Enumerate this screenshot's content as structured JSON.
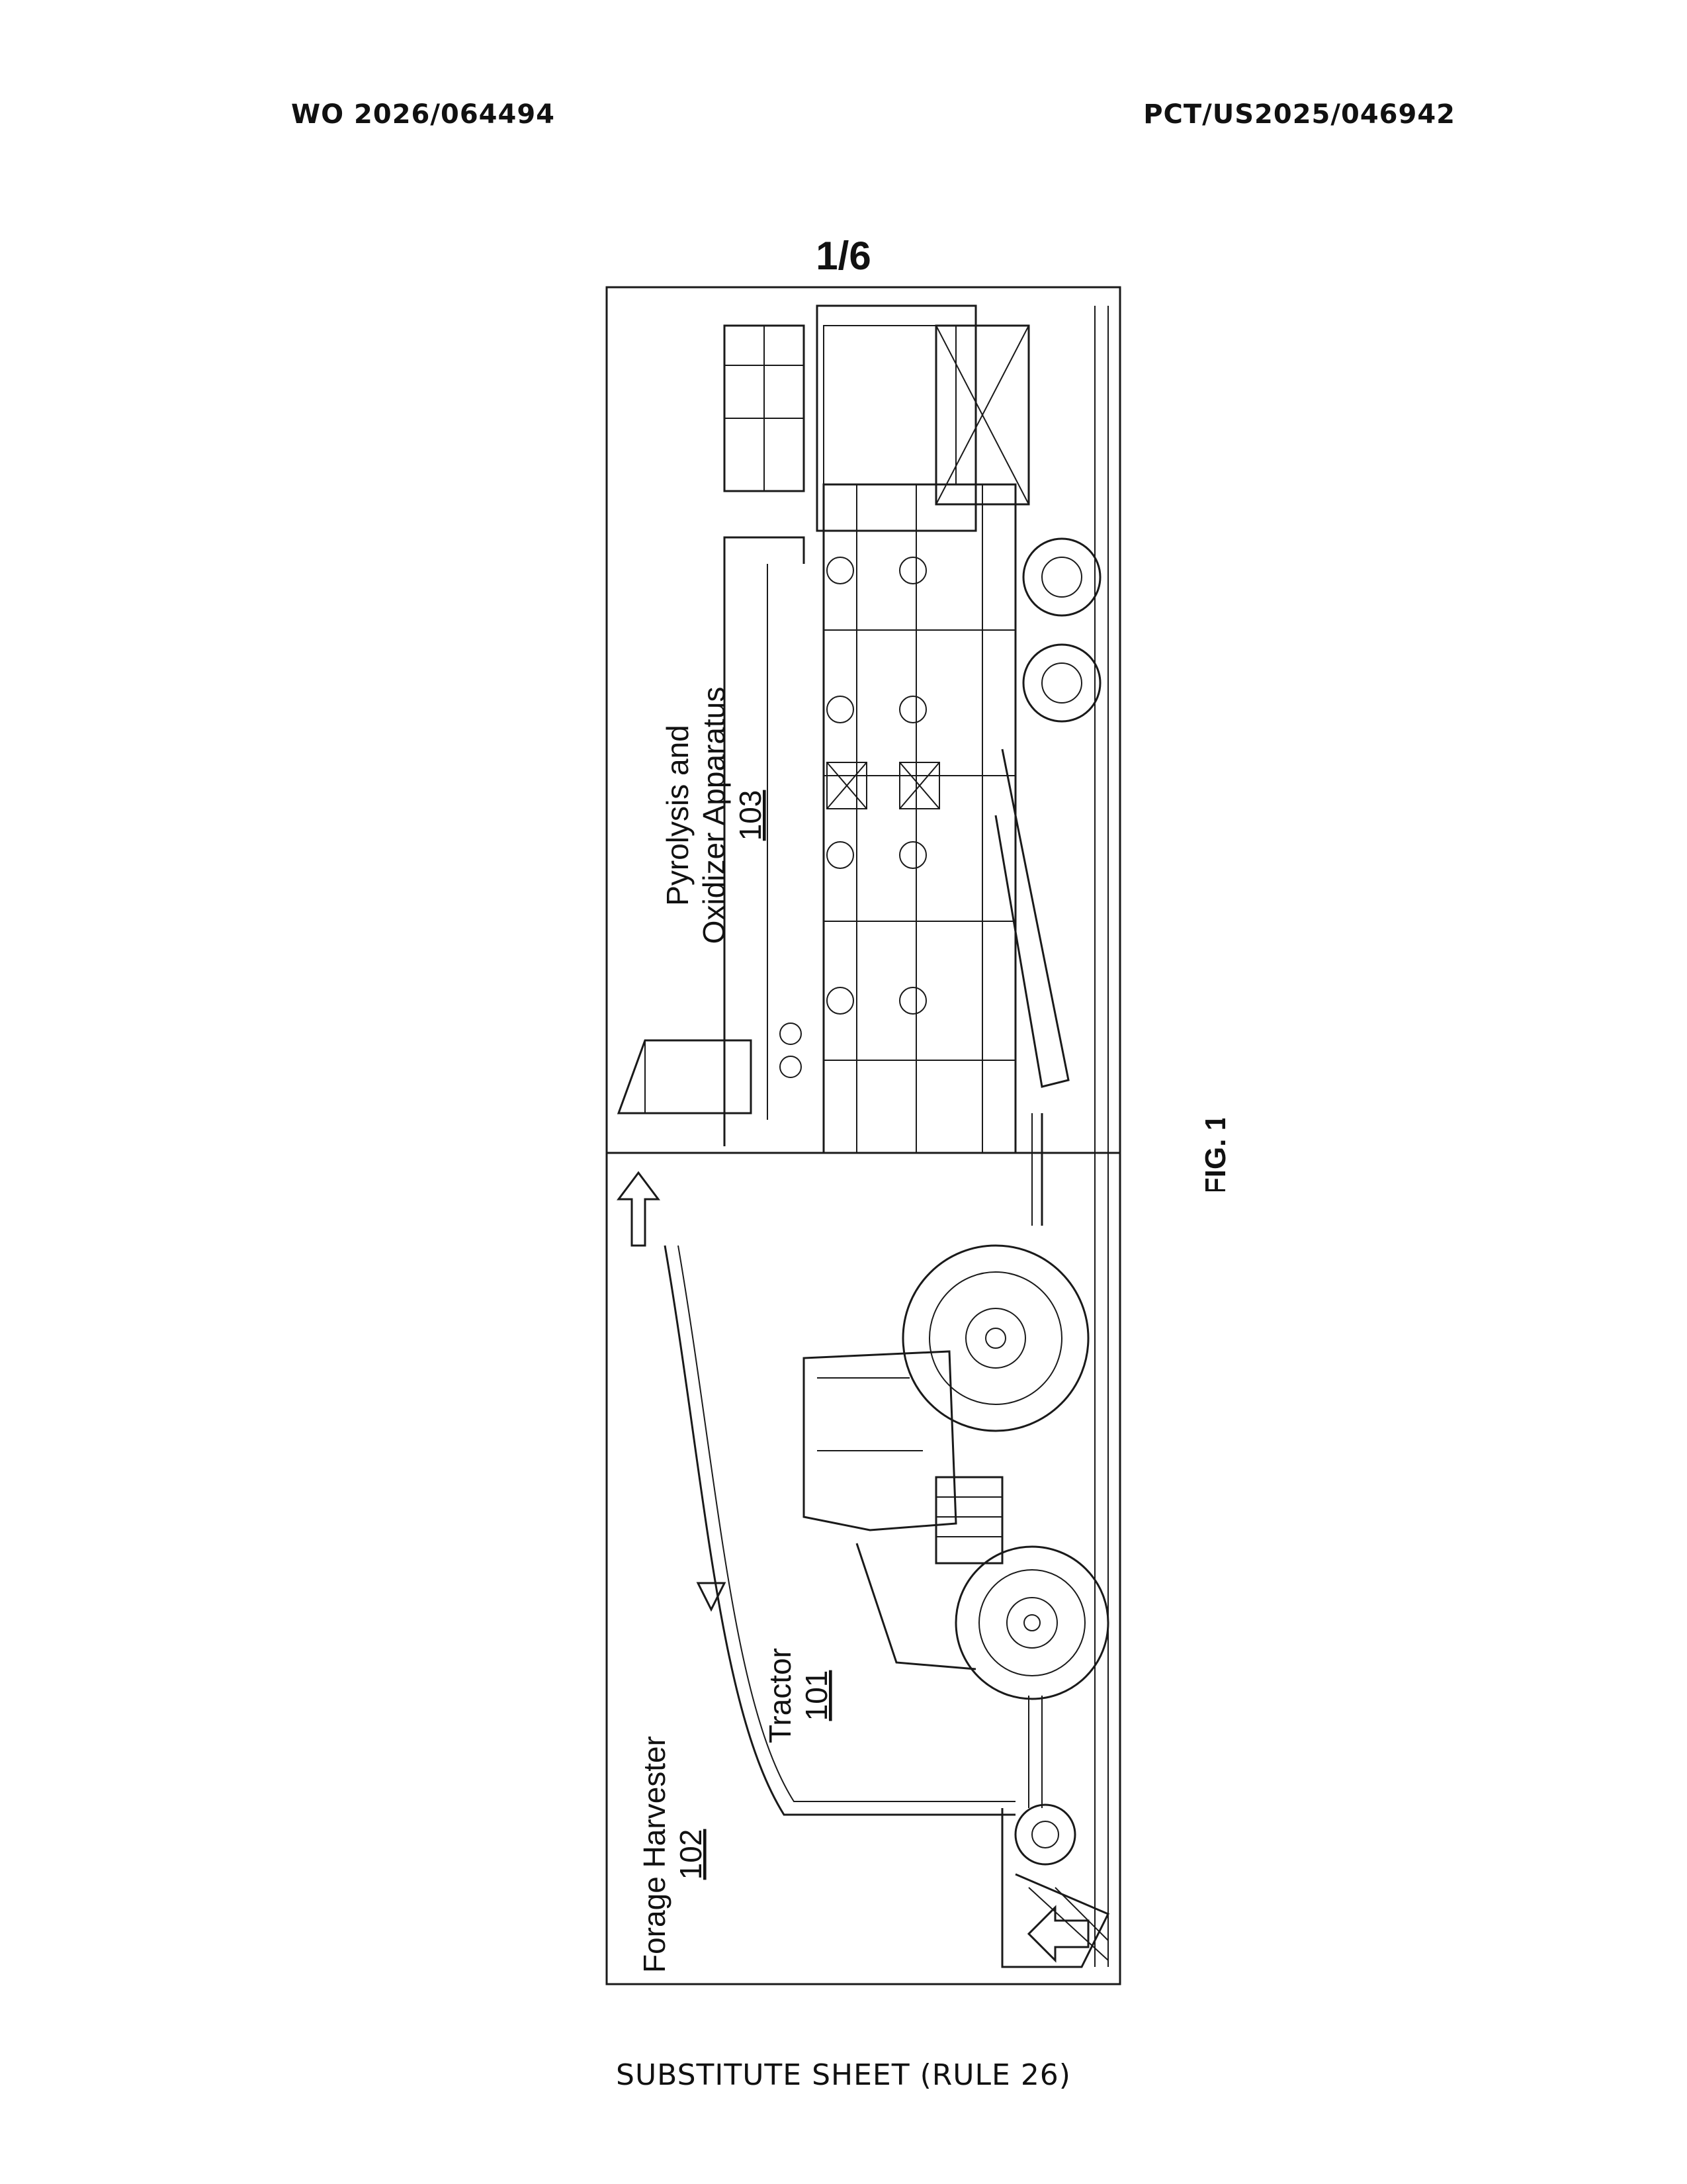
{
  "header": {
    "publication_number": "WO 2026/064494",
    "application_number": "PCT/US2025/046942"
  },
  "sheet": {
    "number": "1/6"
  },
  "figure": {
    "label": "FIG. 1",
    "components": {
      "pyrolysis": {
        "line1": "Pyrolysis and",
        "line2": "Oxidizer Apparatus",
        "ref": "103"
      },
      "tractor": {
        "name": "Tractor",
        "ref": "101"
      },
      "harvester": {
        "name": "Forage Harvester",
        "ref": "102"
      }
    }
  },
  "footer": {
    "text": "SUBSTITUTE SHEET (RULE 26)"
  }
}
